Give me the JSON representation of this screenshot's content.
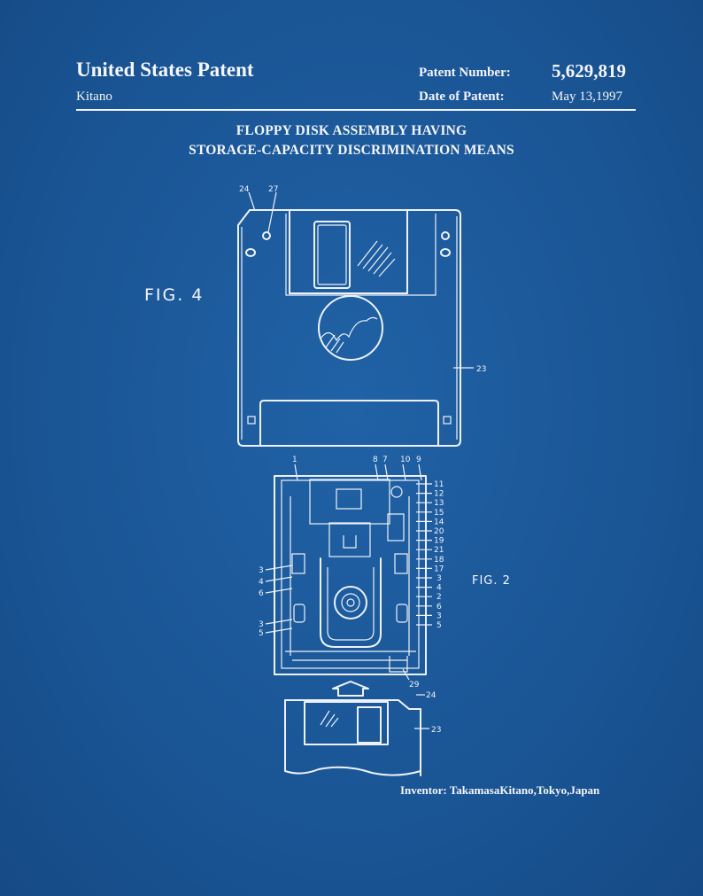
{
  "header": {
    "title": "United States Patent",
    "inventor_short": "Kitano",
    "patent_number_label": "Patent Number:",
    "patent_number": "5,629,819",
    "date_label": "Date of Patent:",
    "date": "May 13,1997"
  },
  "document": {
    "title_line1": "FLOPPY DISK ASSEMBLY HAVING",
    "title_line2": "STORAGE-CAPACITY DISCRIMINATION MEANS"
  },
  "figures": {
    "fig4": {
      "label": "FIG. 4",
      "refs": {
        "r24": "24",
        "r27": "27",
        "r23": "23"
      }
    },
    "fig2": {
      "label": "FIG. 2",
      "refs_top": [
        "1",
        "8",
        "7",
        "10",
        "9"
      ],
      "refs_right": [
        "11",
        "12",
        "13",
        "15",
        "14",
        "20",
        "19",
        "21",
        "18",
        "17",
        "3",
        "4",
        "2",
        "6",
        "3",
        "5"
      ],
      "refs_left": [
        "3",
        "4",
        "6",
        "3",
        "5"
      ],
      "ref_bottom": "29"
    },
    "fig_insert": {
      "refs": {
        "r24": "24",
        "r23": "23"
      }
    }
  },
  "footer": {
    "inventor_line": "Inventor: TakamasaKitano,Tokyo,Japan"
  },
  "colors": {
    "background": "#1b5a9c",
    "ink": "#f4f6fa"
  }
}
